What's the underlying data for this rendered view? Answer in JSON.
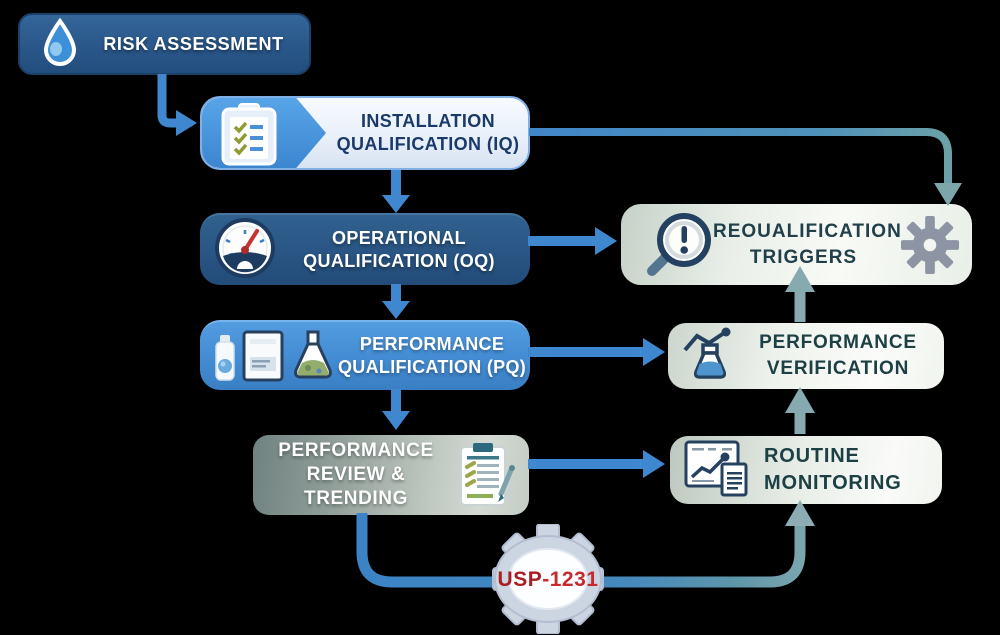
{
  "nodes": {
    "risk": {
      "label": "RISK ASSESSMENT"
    },
    "iq": {
      "line1": "INSTALLATION",
      "line2": "QUALIFICATION (IQ)"
    },
    "oq": {
      "line1": "OPERATIONAL",
      "line2": "QUALIFICATION (OQ)"
    },
    "pq": {
      "line1": "PERFORMANCE",
      "line2": "QUALIFICATION (PQ)"
    },
    "review": {
      "line1": "PERFORMANCE",
      "line2": "REVIEW &",
      "line3": "TRENDING"
    },
    "requal": {
      "line1": "REOUALIFICATION",
      "line2": "TRIGGERS"
    },
    "verify": {
      "line1": "PERFORMANCE",
      "line2": "VERIFICATION"
    },
    "routine": {
      "line1": "ROUTINE",
      "line2": "MONITORING"
    },
    "usp": {
      "prefix": "USP",
      "suffix": "-1231"
    }
  },
  "colors": {
    "background": "#000000",
    "arrow_blue": "#3f87ce",
    "arrow_teal": "#87aab1",
    "dark_blue_box": "#2a5685",
    "medium_blue_box": "#448dd4",
    "light_box": "#eef2ec",
    "review_box_gradient_start": "#6f8280",
    "navy_text": "#1a3a6b",
    "teal_text": "#1c4044",
    "usp_red": "#c1272d",
    "needle_red": "#c43232",
    "check_olive": "#8f9c33"
  }
}
